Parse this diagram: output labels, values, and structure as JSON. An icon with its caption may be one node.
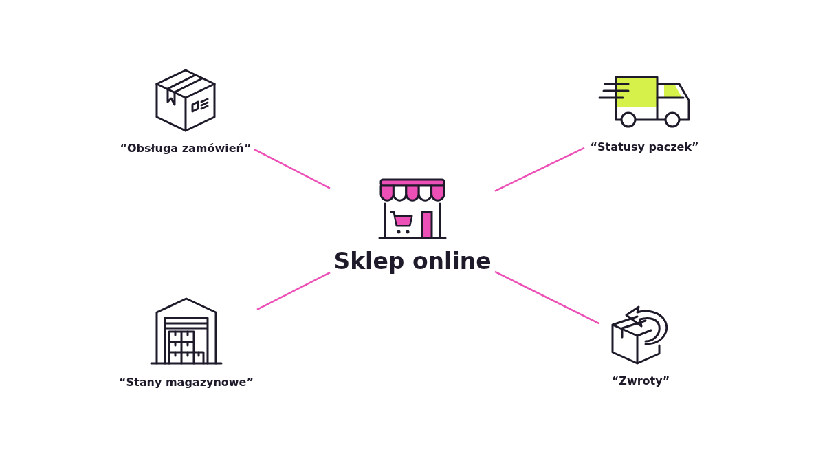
{
  "diagram": {
    "nodes": [
      {
        "text": [
          "Sklep online"
        ]
      },
      {
        "text": [
          "“Obsługa zamówień”"
        ]
      },
      {
        "text": [
          "“Statusy paczek”"
        ]
      },
      {
        "text": [
          "“Stany magazynowe”"
        ]
      },
      {
        "text": [
          "“Zwroty”"
        ]
      }
    ],
    "edges": [
      {
        "from": 0,
        "to": 1,
        "arrow": "none"
      },
      {
        "from": 0,
        "to": 2,
        "arrow": "none"
      },
      {
        "from": 0,
        "to": 3,
        "arrow": "none"
      },
      {
        "from": 0,
        "to": 4,
        "arrow": "none"
      }
    ]
  }
}
